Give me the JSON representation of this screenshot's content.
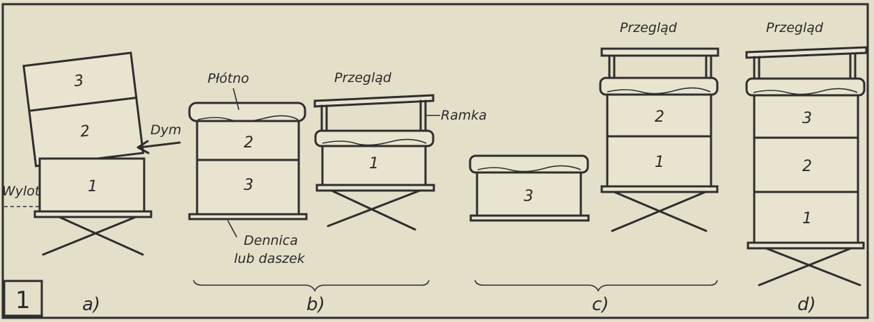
{
  "figure_number": "1",
  "panels": {
    "a": {
      "caption": "a)",
      "boxes": [
        "3",
        "2",
        "1"
      ],
      "labels": {
        "smoke": "Dym",
        "entrance": "Wylot"
      }
    },
    "b": {
      "caption": "b)",
      "left": {
        "boxes": [
          "2",
          "3"
        ],
        "cloth": "Płótno",
        "base": "Dennica",
        "base_line2": "lub daszek"
      },
      "right": {
        "boxes": [
          "1"
        ],
        "title": "Przegląd",
        "frame": "Ramka"
      }
    },
    "c": {
      "caption": "c)",
      "left": {
        "boxes": [
          "3"
        ]
      },
      "right": {
        "title": "Przegląd",
        "boxes": [
          "2",
          "1"
        ]
      }
    },
    "d": {
      "caption": "d)",
      "title": "Przegląd",
      "boxes": [
        "3",
        "2",
        "1"
      ]
    }
  }
}
